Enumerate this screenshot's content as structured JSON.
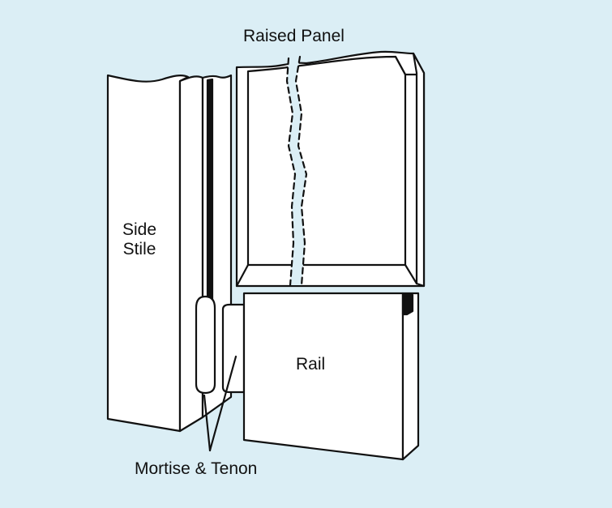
{
  "labels": {
    "raised_panel": "Raised Panel",
    "side_stile_line1": "Side",
    "side_stile_line2": "Stile",
    "rail": "Rail",
    "mortise_tenon": "Mortise & Tenon"
  },
  "colors": {
    "background": "#dbeef5",
    "line": "#111111",
    "fill": "#ffffff"
  }
}
